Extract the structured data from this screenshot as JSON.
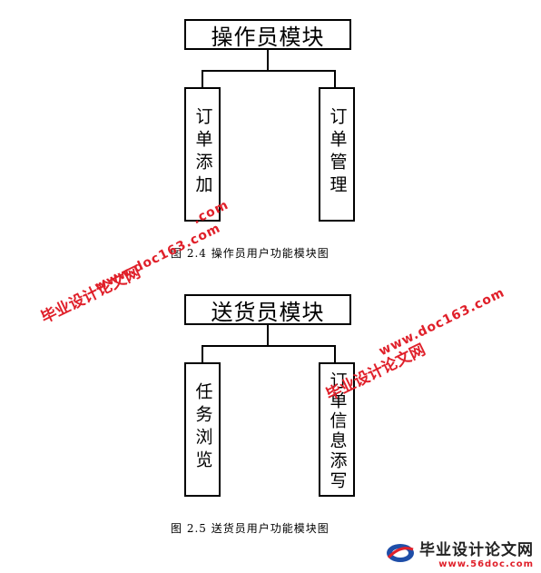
{
  "diagram1": {
    "root": "操作员模块",
    "children": [
      "订单添加",
      "订单管理"
    ],
    "caption": "图 2.4 操作员用户功能模块图"
  },
  "diagram2": {
    "root": "送货员模块",
    "children": [
      "任务浏览",
      "订单信息添写"
    ],
    "caption": "图 2.5 送货员用户功能模块图"
  },
  "watermark": {
    "cn": "毕业设计论文网",
    "url": "www.doc163.com"
  },
  "logo": {
    "cn": "毕业设计论文网",
    "url": "www.56doc.com"
  },
  "colors": {
    "watermark": "#e0202a",
    "lines": "#000000"
  }
}
